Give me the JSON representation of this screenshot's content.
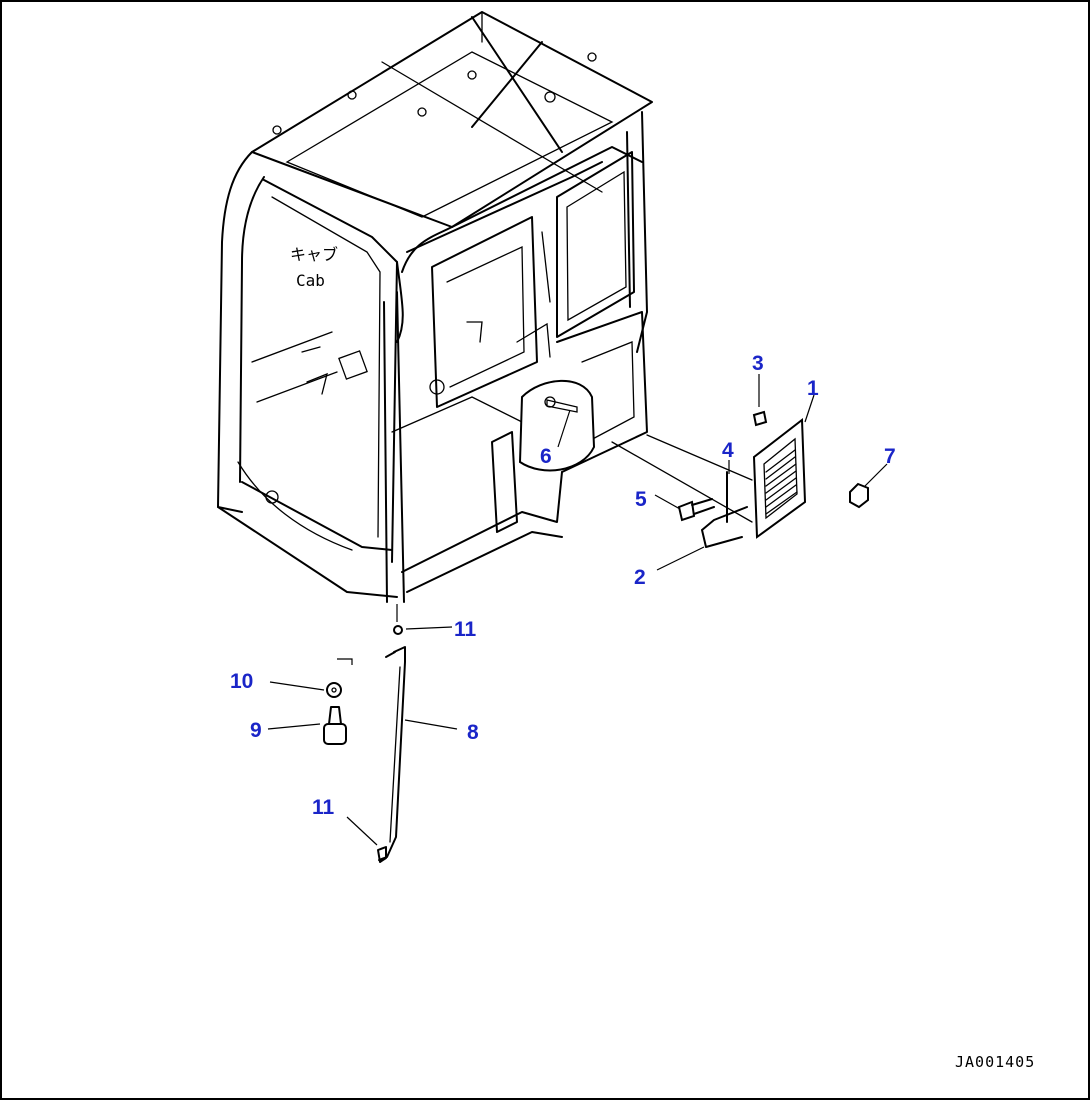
{
  "cab_label": {
    "jp": "キャブ",
    "en": "Cab"
  },
  "reference_code": "JA001405",
  "callouts": [
    {
      "id": "c1",
      "label": "1"
    },
    {
      "id": "c2",
      "label": "2"
    },
    {
      "id": "c3",
      "label": "3"
    },
    {
      "id": "c4",
      "label": "4"
    },
    {
      "id": "c5",
      "label": "5"
    },
    {
      "id": "c6",
      "label": "6"
    },
    {
      "id": "c7",
      "label": "7"
    },
    {
      "id": "c8",
      "label": "8"
    },
    {
      "id": "c9",
      "label": "9"
    },
    {
      "id": "c10",
      "label": "10"
    },
    {
      "id": "c11a",
      "label": "11"
    },
    {
      "id": "c11b",
      "label": "11"
    }
  ],
  "colors": {
    "callout": "#1a25c8",
    "line": "#000000",
    "background": "#ffffff"
  }
}
